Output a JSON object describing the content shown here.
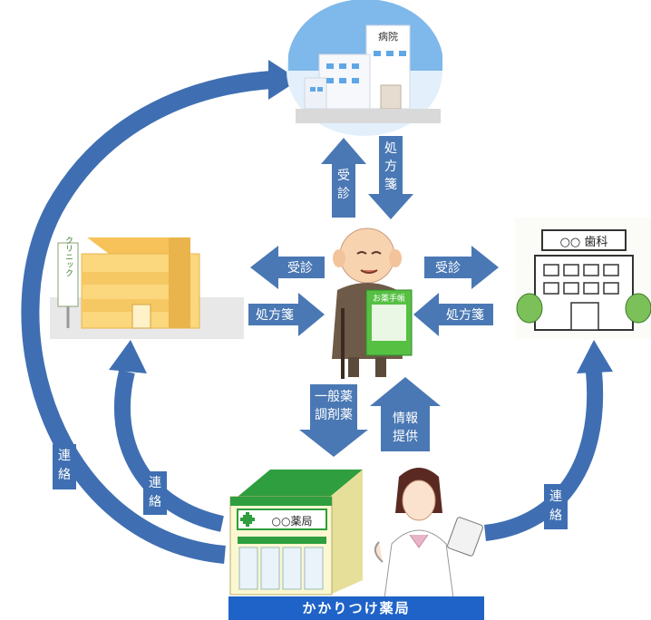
{
  "hospital": {
    "sign": "病院"
  },
  "clinic": {
    "sign": "クリニック"
  },
  "dental": {
    "sign": "○○ 歯科"
  },
  "pharmacy": {
    "sign": "○○薬局",
    "banner": "かかりつけ薬局"
  },
  "notebook": {
    "title": "お薬手帳"
  },
  "arrows": {
    "hospital_visit": [
      "受",
      "診"
    ],
    "hospital_prescription": [
      "処",
      "方",
      "箋"
    ],
    "clinic_visit": "受診",
    "clinic_prescription": "処方箋",
    "dental_visit": "受診",
    "dental_prescription": "処方箋",
    "medicine": [
      "一般薬",
      "調剤薬"
    ],
    "info": [
      "情報",
      "提供"
    ],
    "contact": [
      "連",
      "絡"
    ]
  },
  "colors": {
    "arrow": "#4a78b4",
    "pharmacy_green": "#2f9e3e",
    "banner": "#1f63c8"
  }
}
